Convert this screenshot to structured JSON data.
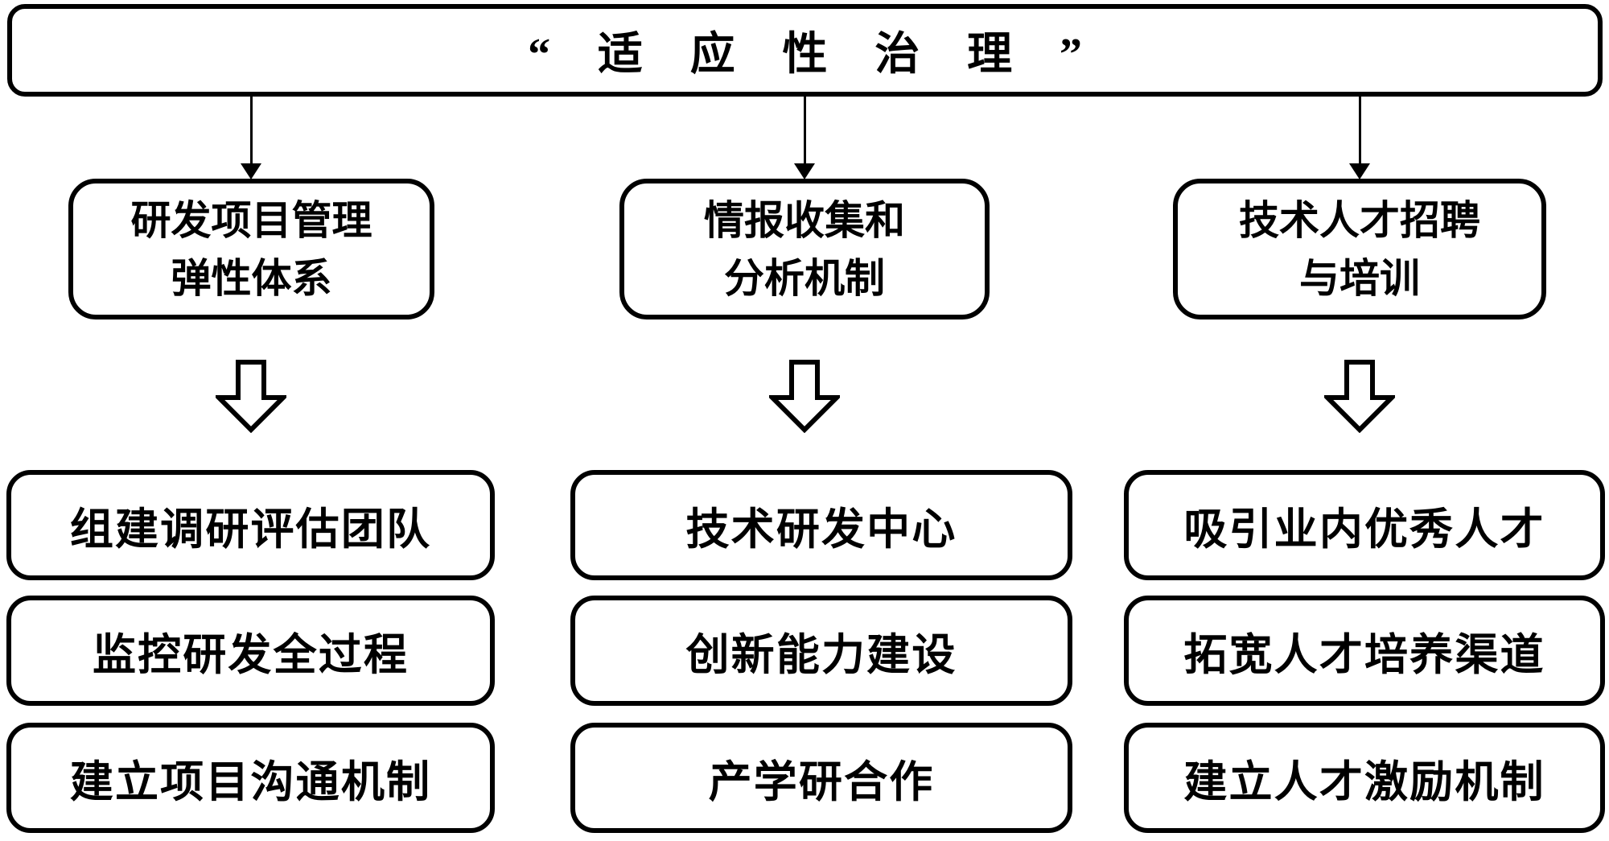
{
  "root": {
    "label": "“适应性治理”"
  },
  "columns": [
    {
      "title_line1": "研发项目管理",
      "title_line2": "弹性体系",
      "items": [
        "组建调研评估团队",
        "监控研发全过程",
        "建立项目沟通机制"
      ]
    },
    {
      "title_line1": "情报收集和",
      "title_line2": "分析机制",
      "items": [
        "技术研发中心",
        "创新能力建设",
        "产学研合作"
      ]
    },
    {
      "title_line1": "技术人才招聘",
      "title_line2": "与培训",
      "items": [
        "吸引业内优秀人才",
        "拓宽人才培养渠道",
        "建立人才激励机制"
      ]
    }
  ],
  "colors": {
    "stroke": "#000000",
    "background": "#ffffff"
  }
}
